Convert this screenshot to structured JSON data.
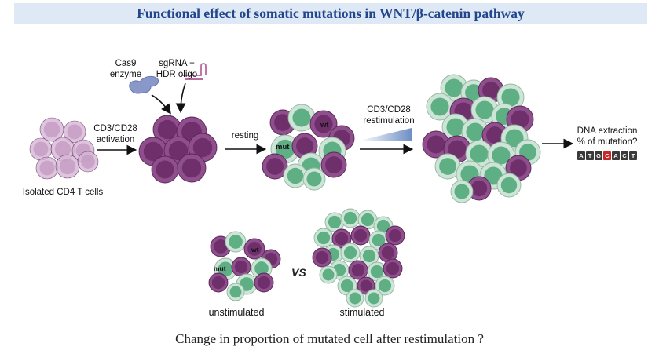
{
  "title": "Functional effect of somatic mutations in WNT/β-catenin pathway",
  "labels": {
    "cas9": "Cas9",
    "cas9_line2": "enzyme",
    "sgrna": "sgRNA +",
    "sgrna_line2": "HDR oligo",
    "activation": "CD3/CD28",
    "activation_line2": "activation",
    "isolated": "Isolated CD4 T cells",
    "resting": "resting",
    "restim": "CD3/CD28",
    "restim_line2": "restimulation",
    "dna": "DNA extraction",
    "dna_line2": "% of mutation?",
    "wt": "wt",
    "mut": "mut",
    "wt2": "wt",
    "mut2": "mut",
    "unstimulated": "unstimulated",
    "vs": "VS",
    "stimulated": "stimulated"
  },
  "dna_bases": [
    "A",
    "T",
    "G",
    "C",
    "A",
    "C",
    "T"
  ],
  "caption": "Change in proportion of mutated cell after restimulation ?",
  "colors": {
    "purple_outer": "#8f4e8c",
    "purple_inner": "#6e2f6b",
    "green_outer": "#cde4d6",
    "green_inner": "#5faf85",
    "lilac_outer": "#d7b6d6",
    "lilac_inner": "#c39bc2",
    "cas9": "#8a97c9",
    "title_bg": "#dfe8f5",
    "title_text": "#21468c"
  }
}
